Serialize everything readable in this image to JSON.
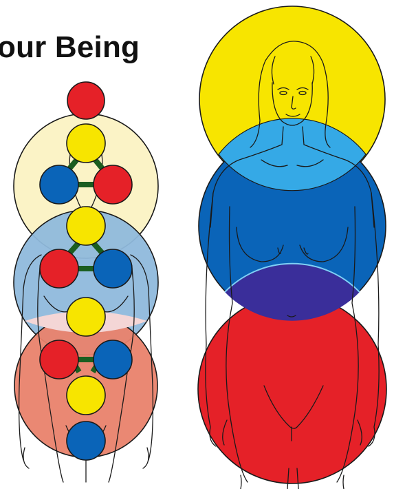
{
  "title": "our Being",
  "colors": {
    "yellow": "#f7e500",
    "blue": "#0a64b8",
    "red": "#e52128",
    "pale_yellow": "#fbf3c6",
    "pale_blue": "#8fb9dc",
    "pale_red": "#e9826b",
    "connector": "#1b5e20",
    "overlap_light_blue": "#35a9e6",
    "overlap_purple": "#3a2e9a"
  },
  "figures": [
    {
      "name": "chakra-node-figure",
      "spheres": [
        "pale_yellow",
        "pale_blue",
        "pale_red"
      ],
      "nodes": [
        "red",
        "yellow",
        "blue",
        "red",
        "yellow",
        "red",
        "blue",
        "yellow",
        "red",
        "blue",
        "yellow",
        "blue"
      ]
    },
    {
      "name": "three-sphere-figure",
      "spheres": [
        "yellow",
        "blue",
        "red"
      ]
    }
  ]
}
